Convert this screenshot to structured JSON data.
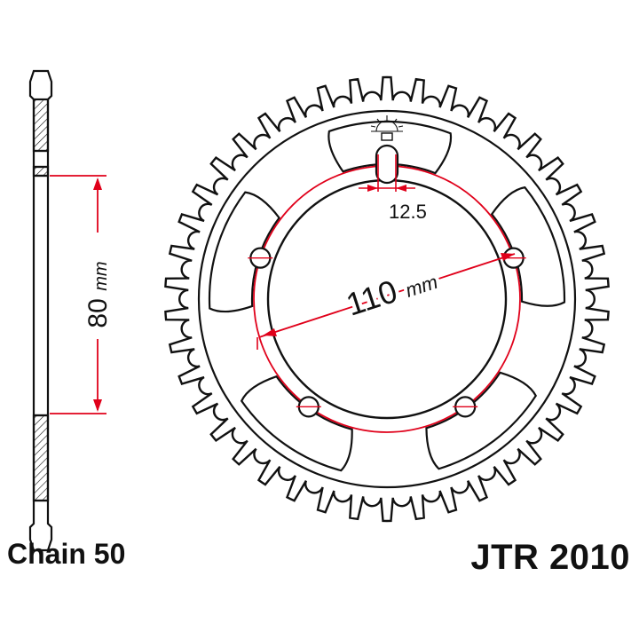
{
  "captions": {
    "chain": "Chain 50",
    "part_number": "JTR 2010"
  },
  "dimensions": {
    "bolt_circle_value": "110",
    "bolt_circle_unit": "mm",
    "center_bore_value": "80",
    "center_bore_unit": "mm",
    "bolt_hole_value": "12.5"
  },
  "sprocket": {
    "teeth": 42,
    "bolt_holes": 5
  },
  "colors": {
    "outline": "#111111",
    "dimension": "#e0001a",
    "background": "#ffffff"
  }
}
